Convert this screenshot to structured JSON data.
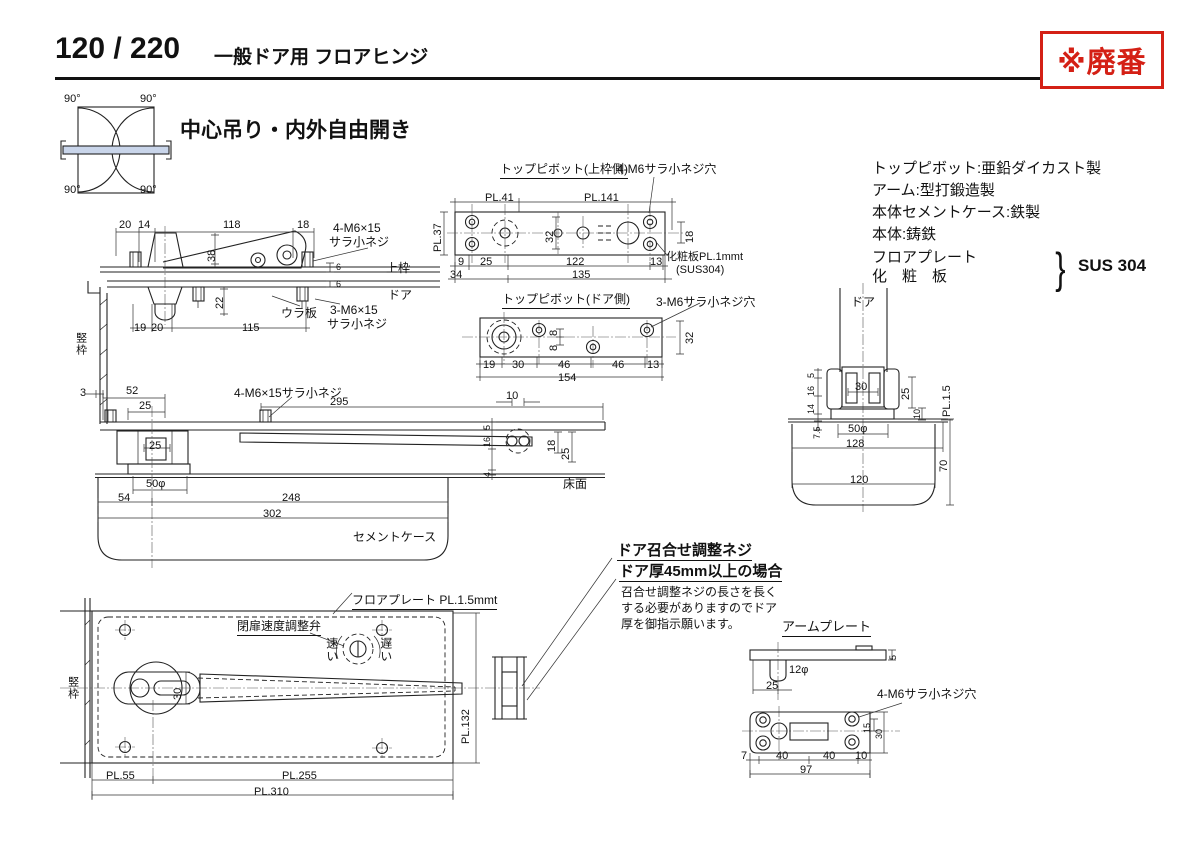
{
  "header": {
    "model": "120 / 220",
    "product": "一般ドア用 フロアヒンジ",
    "stamp": "※廃番",
    "accent_red": "#d42015"
  },
  "opening": {
    "heading": "中心吊り・内外自由開き",
    "angles": [
      "90°",
      "90°",
      "90°",
      "90°"
    ]
  },
  "specs": {
    "lines": [
      "トップピボット:亜鉛ダイカスト製",
      "アーム:型打鍛造製",
      "本体セメントケース:鉄製",
      "本体:鋳鉄"
    ],
    "brace_top": "フロアプレート",
    "brace_bottom": "化　粧　板",
    "brace": "}",
    "material": "SUS 304"
  },
  "side_view": {
    "top_dims": [
      "20",
      "14",
      "118",
      "18"
    ],
    "screw_top": [
      "4-M6×15",
      "サラ小ネジ"
    ],
    "height": "38",
    "frame_label": "上枠",
    "door_label": "ドア",
    "t1": "6",
    "t2": "6",
    "depth": "22",
    "back_plate": "ウラ板",
    "screw_bottom": [
      "3-M6×15",
      "サラ小ネジ"
    ],
    "bottom_dims": [
      "19",
      "20",
      "115"
    ],
    "jamb_label": "竪枠",
    "gap": "3"
  },
  "pivot_top_frame": {
    "title": "トップピボット(上枠側)",
    "screw_note": "4-M6サラ小ネジ穴",
    "w1": "PL.41",
    "w2": "PL.141",
    "h": "PL.37",
    "h2": "32",
    "h3": "18",
    "dims1": [
      "9",
      "25",
      "122",
      "13"
    ],
    "dims2": [
      "34",
      "135"
    ],
    "plate_note": [
      "化粧板PL.1mmt",
      "(SUS304)"
    ]
  },
  "pivot_door": {
    "title": "トップピボット(ドア側)",
    "screw_note": "3-M6サラ小ネジ穴",
    "dims1": [
      "19",
      "30",
      "46",
      "46",
      "13"
    ],
    "total": "154",
    "off1": "8",
    "off2": "8",
    "h": "32"
  },
  "assembly": {
    "screw_note": "4-M6×15サラ小ネジ",
    "d52": "52",
    "d25": "25",
    "d295": "295",
    "d10": "10",
    "stack": [
      "5",
      "16",
      "4"
    ],
    "d18": "18",
    "d25b": "25",
    "floor_label": "床面",
    "inner25": "25",
    "d50": "50φ",
    "d54": "54",
    "d248": "248",
    "d302": "302",
    "case_label": "セメントケース"
  },
  "section": {
    "door_label": "ドア",
    "left_dims": [
      "5",
      "16",
      "14",
      "7.5"
    ],
    "inner30": "30",
    "d25": "25",
    "d10": "10",
    "d50": "50φ",
    "d128": "128",
    "d120": "120",
    "d70": "70",
    "plate": "PL.1.5"
  },
  "floor_plate": {
    "plate_note": "フロアプレート PL.1.5mmt",
    "valve_label": "閉扉速度調整弁",
    "fast": "速い",
    "slow": "遅い",
    "w30": "30",
    "jamb_label": "竪枠",
    "d55": "PL.55",
    "d255": "PL.255",
    "d310": "PL.310",
    "d132": "PL.132"
  },
  "note": {
    "title": "ドア召合せ調整ネジ",
    "subtitle": "ドア厚45mm以上の場合",
    "body": [
      "召合せ調整ネジの長さを長く",
      "する必要がありますのでドア",
      "厚を御指示願います。"
    ]
  },
  "arm_plate": {
    "title": "アームプレート",
    "d12": "12φ",
    "d25": "25",
    "t5": "5",
    "screw_note": "4-M6サラ小ネジ穴",
    "dims": [
      "7",
      "40",
      "40",
      "10"
    ],
    "total": "97",
    "off15": "15",
    "h30": "30"
  }
}
